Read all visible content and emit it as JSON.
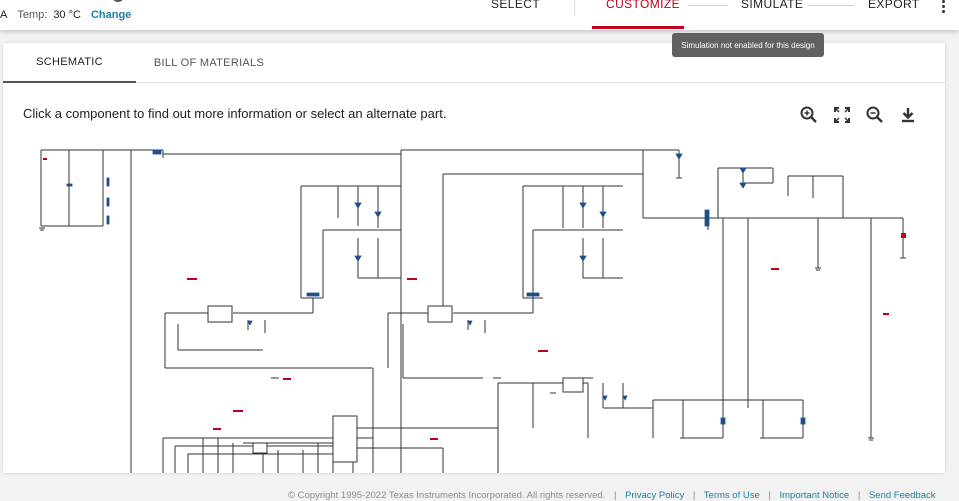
{
  "header": {
    "unit_fragment": "A",
    "temp_label": "Temp:",
    "temp_value": "30 °C",
    "change_label": "Change",
    "steps": [
      {
        "label": "SELECT",
        "active": false
      },
      {
        "label": "CUSTOMIZE",
        "active": true
      },
      {
        "label": "SIMULATE",
        "active": false
      },
      {
        "label": "EXPORT",
        "active": false
      }
    ],
    "accent_color": "#c0001e",
    "link_color": "#1a7fa3"
  },
  "tooltip": {
    "text": "Simulation not enabled for this design"
  },
  "tabs": [
    {
      "label": "SCHEMATIC",
      "active": true
    },
    {
      "label": "BILL OF MATERIALS",
      "active": false
    }
  ],
  "instruction": "Click a component to find out more information or select an alternate part.",
  "toolbar": {
    "icons": [
      "zoom-in-icon",
      "fit-screen-icon",
      "zoom-out-icon",
      "download-icon"
    ]
  },
  "footer": {
    "copyright": "© Copyright 1995-2022 Texas Instruments Incorporated. All rights reserved.",
    "links": [
      "Privacy Policy",
      "Terms of Use",
      "Important Notice",
      "Send Feedback"
    ]
  }
}
